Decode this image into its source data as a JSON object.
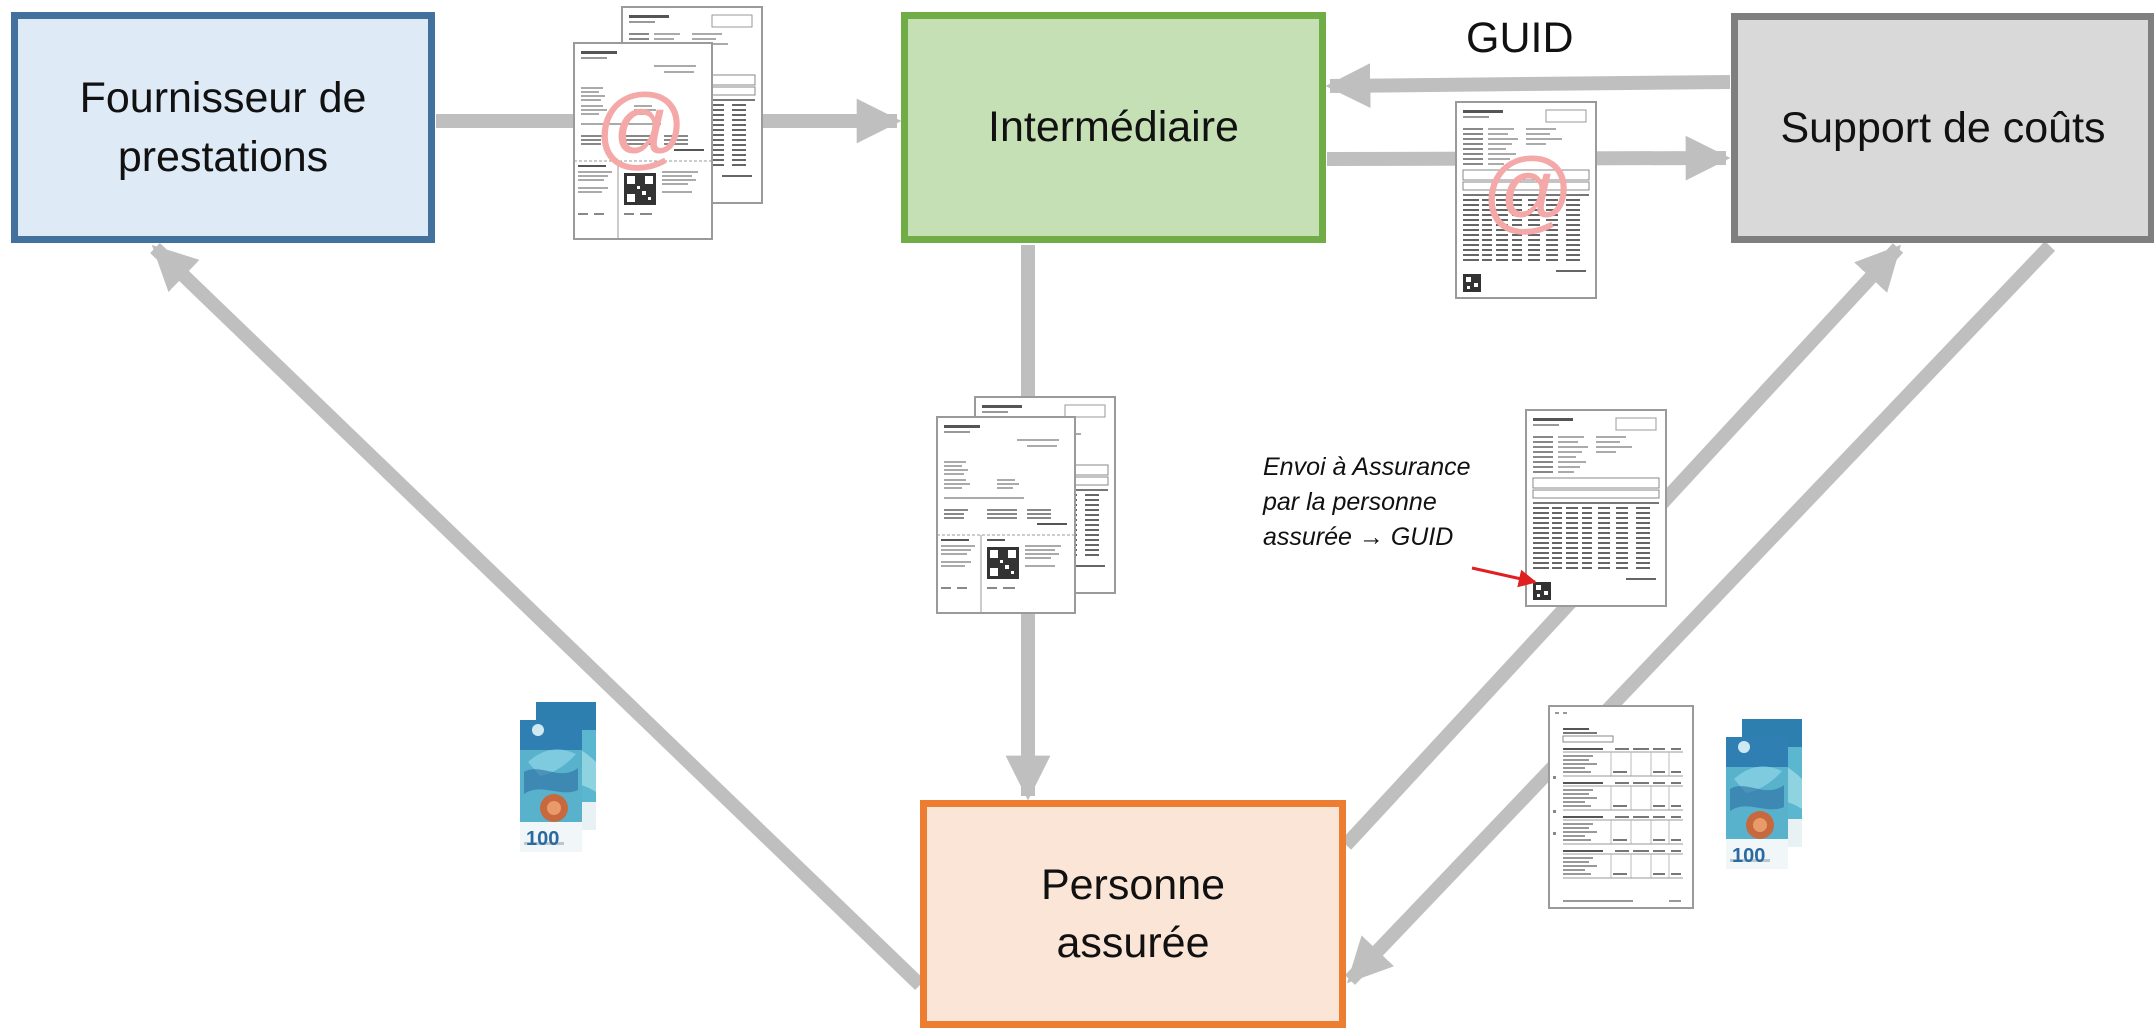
{
  "nodes": {
    "provider": {
      "line1": "Fournisseur de",
      "line2": "prestations"
    },
    "intermediary": {
      "line1": "Intermédiaire"
    },
    "cost_bearer": {
      "line1": "Support de coûts"
    },
    "insured": {
      "line1": "Personne",
      "line2": "assurée"
    }
  },
  "labels": {
    "guid": "GUID",
    "note": {
      "line1": "Envoi à Assurance",
      "line2": "par la personne",
      "line3": "assurée → GUID"
    }
  },
  "document_marks": {
    "email_symbol": "@",
    "banknote_value": "100"
  },
  "colors": {
    "arrow": "#bfbfbf",
    "pointer_arrow": "#e02020",
    "email_symbol": "#f4a8a8",
    "provider_fill": "#deeaf6",
    "provider_border": "#41719c",
    "intermediary_fill": "#c5e0b4",
    "intermediary_border": "#70ad47",
    "cost_fill": "#d9d9d9",
    "cost_border": "#7f7f7f",
    "insured_fill": "#fbe5d6",
    "insured_border": "#ed7d31"
  }
}
